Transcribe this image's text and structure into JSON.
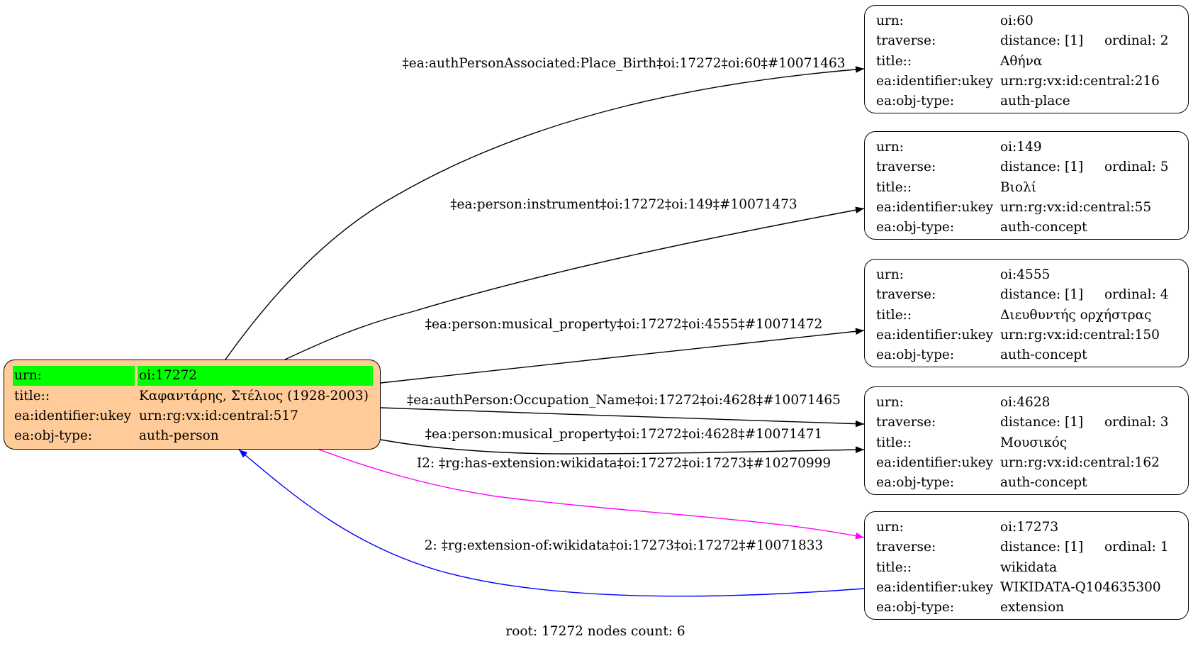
{
  "root": {
    "rows": [
      {
        "key": "urn:",
        "value": "oi:17272"
      },
      {
        "key": "title::",
        "value": "Καφαντάρης, Στέλιος (1928-2003)"
      },
      {
        "key": "ea:identifier:ukey",
        "value": "urn:rg:vx:id:central:517"
      },
      {
        "key": "ea:obj-type:",
        "value": "auth-person"
      }
    ],
    "fill": "#ffcc99",
    "highlight": "#00ff00"
  },
  "nodes": [
    {
      "urn": "oi:60",
      "distance": "distance: [1]",
      "ordinal": "ordinal: 2",
      "title": "Αθήνα",
      "ukey": "urn:rg:vx:id:central:216",
      "objtype": "auth-place"
    },
    {
      "urn": "oi:149",
      "distance": "distance: [1]",
      "ordinal": "ordinal: 5",
      "title": "Βιολί",
      "ukey": "urn:rg:vx:id:central:55",
      "objtype": "auth-concept"
    },
    {
      "urn": "oi:4555",
      "distance": "distance: [1]",
      "ordinal": "ordinal: 4",
      "title": "Διευθυντής ορχήστρας",
      "ukey": "urn:rg:vx:id:central:150",
      "objtype": "auth-concept"
    },
    {
      "urn": "oi:4628",
      "distance": "distance: [1]",
      "ordinal": "ordinal: 3",
      "title": "Μουσικός",
      "ukey": "urn:rg:vx:id:central:162",
      "objtype": "auth-concept"
    },
    {
      "urn": "oi:17273",
      "distance": "distance: [1]",
      "ordinal": "ordinal: 1",
      "title": "wikidata",
      "ukey": "WIKIDATA-Q104635300",
      "objtype": "extension"
    }
  ],
  "keys": {
    "urn": "urn:",
    "traverse": "traverse:",
    "title": "title::",
    "ukey": "ea:identifier:ukey",
    "objtype": "ea:obj-type:"
  },
  "edges": [
    {
      "label": "‡ea:authPersonAssociated:Place_Birth‡oi:17272‡oi:60‡#10071463",
      "color": "#000000"
    },
    {
      "label": "‡ea:person:instrument‡oi:17272‡oi:149‡#10071473",
      "color": "#000000"
    },
    {
      "label": "‡ea:person:musical_property‡oi:17272‡oi:4555‡#10071472",
      "color": "#000000"
    },
    {
      "label": "‡ea:authPerson:Occupation_Name‡oi:17272‡oi:4628‡#10071465",
      "color": "#000000"
    },
    {
      "label": "‡ea:person:musical_property‡oi:17272‡oi:4628‡#10071471",
      "color": "#000000"
    },
    {
      "label": "I2: ‡rg:has-extension:wikidata‡oi:17272‡oi:17273‡#10270999",
      "color": "#ff00ff"
    },
    {
      "label": "2: ‡rg:extension-of:wikidata‡oi:17273‡oi:17272‡#10071833",
      "color": "#0000ff"
    }
  ],
  "caption": "root: 17272 nodes count: 6"
}
